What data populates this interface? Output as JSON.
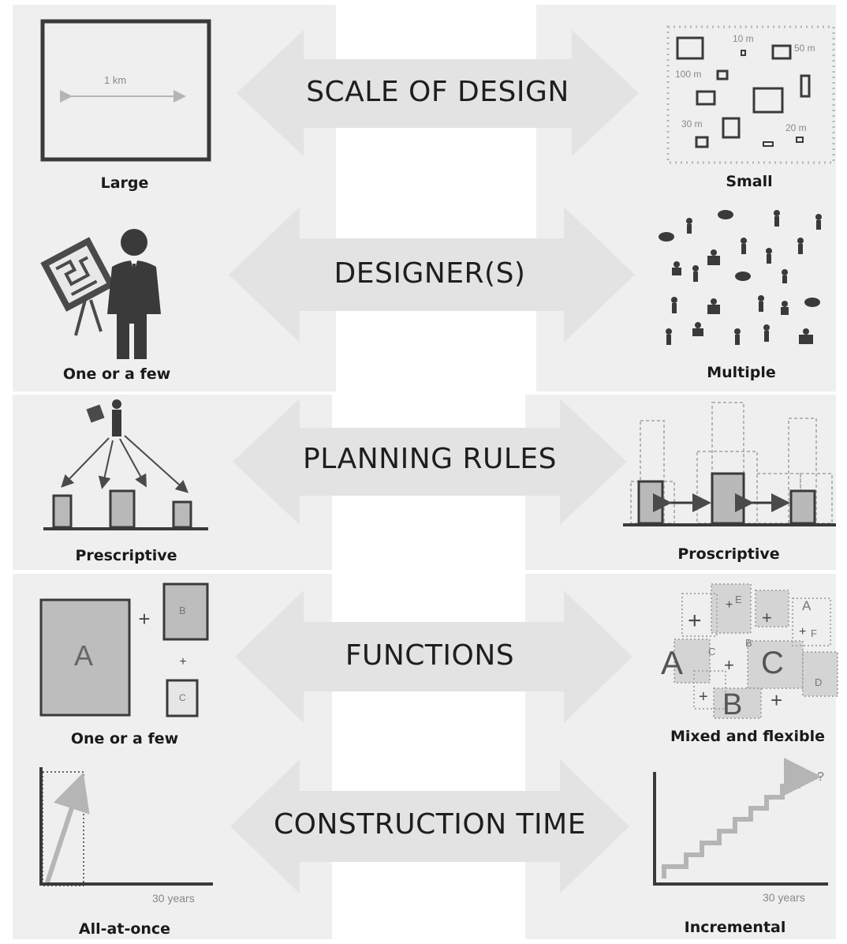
{
  "rows": [
    {
      "title": "SCALE OF DESIGN",
      "left_label": "Large",
      "right_label": "Small",
      "left_annotation": "1 km",
      "right_annotations": [
        "10 m",
        "50 m",
        "100 m",
        "30 m",
        "20 m"
      ]
    },
    {
      "title": "DESIGNER(S)",
      "left_label": "One or a few",
      "right_label": "Multiple"
    },
    {
      "title": "PLANNING RULES",
      "left_label": "Prescriptive",
      "right_label": "Proscriptive"
    },
    {
      "title": "FUNCTIONS",
      "left_label": "One or a few",
      "right_label": "Mixed and flexible",
      "left_boxes": [
        "A",
        "B",
        "C"
      ],
      "right_letters": [
        "A",
        "B",
        "C",
        "D",
        "E",
        "F",
        "A",
        "B",
        "C"
      ]
    },
    {
      "title": "CONSTRUCTION TIME",
      "left_label": "All-at-once",
      "right_label": "Incremental",
      "left_axis_label": "30 years",
      "right_axis_label": "30 years",
      "right_marker": "?"
    }
  ],
  "colors": {
    "panel": "#efefef",
    "arrow": "#e3e3e3",
    "dark": "#3a3a3a",
    "box_fill": "#b9b9b9",
    "dotted": "#aaaaaa"
  }
}
